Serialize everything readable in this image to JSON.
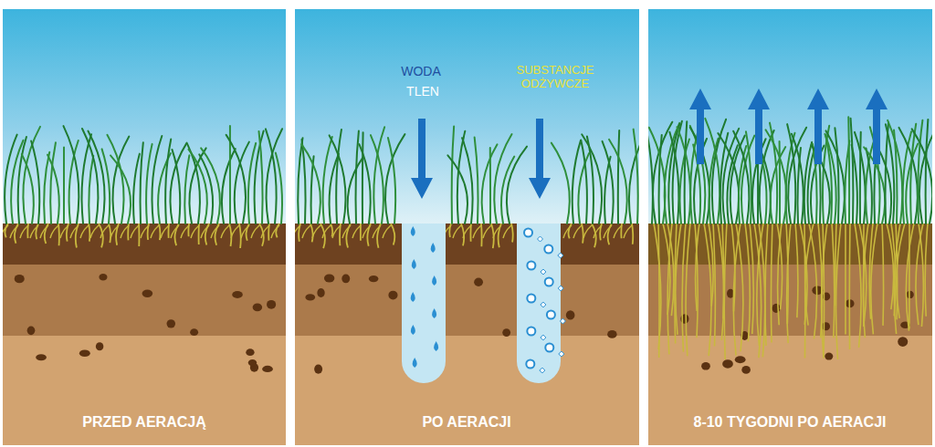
{
  "diagram": {
    "nodes": [
      {
        "text": [
          "PRZED AERACJĄ"
        ]
      },
      {
        "text": [
          "WODA",
          "TLEN",
          "SUBSTANCJE ODŻYWCZE",
          "PO AERACJI"
        ]
      },
      {
        "text": [
          "8-10 TYGODNI PO AERACJI"
        ]
      }
    ]
  }
}
